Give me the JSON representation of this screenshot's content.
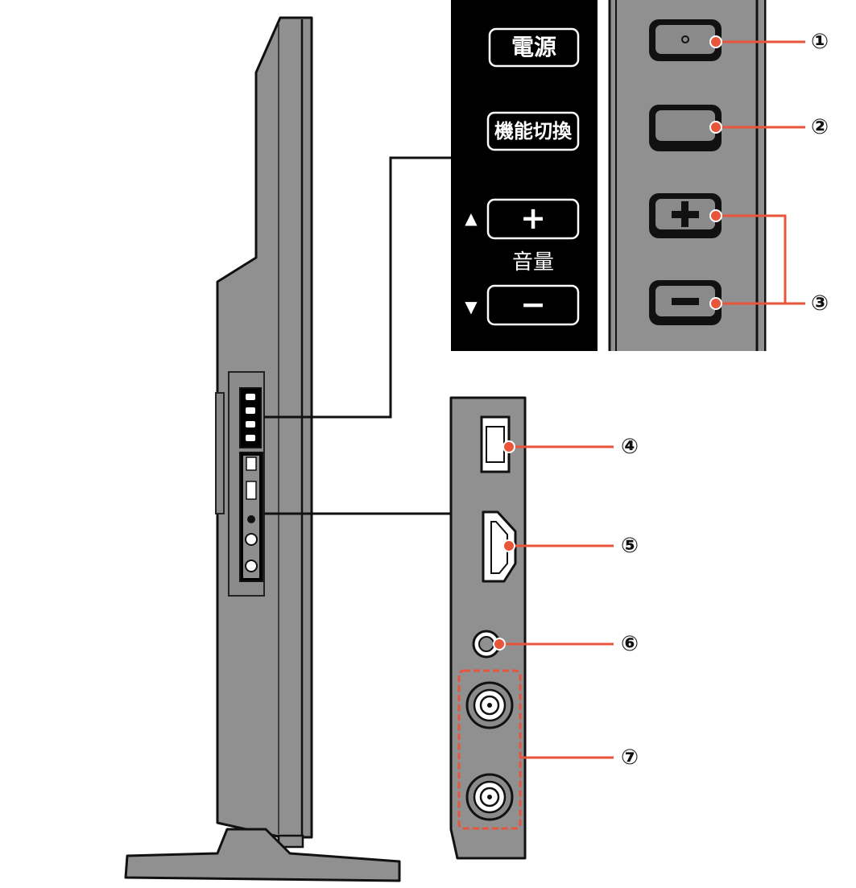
{
  "panel_labels": {
    "power": "電源",
    "function_switch": "機能切換",
    "plus": "+",
    "volume": "音量",
    "minus": "−",
    "up_arrow": "▲",
    "down_arrow": "▼"
  },
  "callouts": [
    "①",
    "②",
    "③",
    "④",
    "⑤",
    "⑥",
    "⑦"
  ],
  "colors": {
    "accent": "#e8553a",
    "body": "#909090",
    "panel": "#000000",
    "outline": "#111111"
  }
}
